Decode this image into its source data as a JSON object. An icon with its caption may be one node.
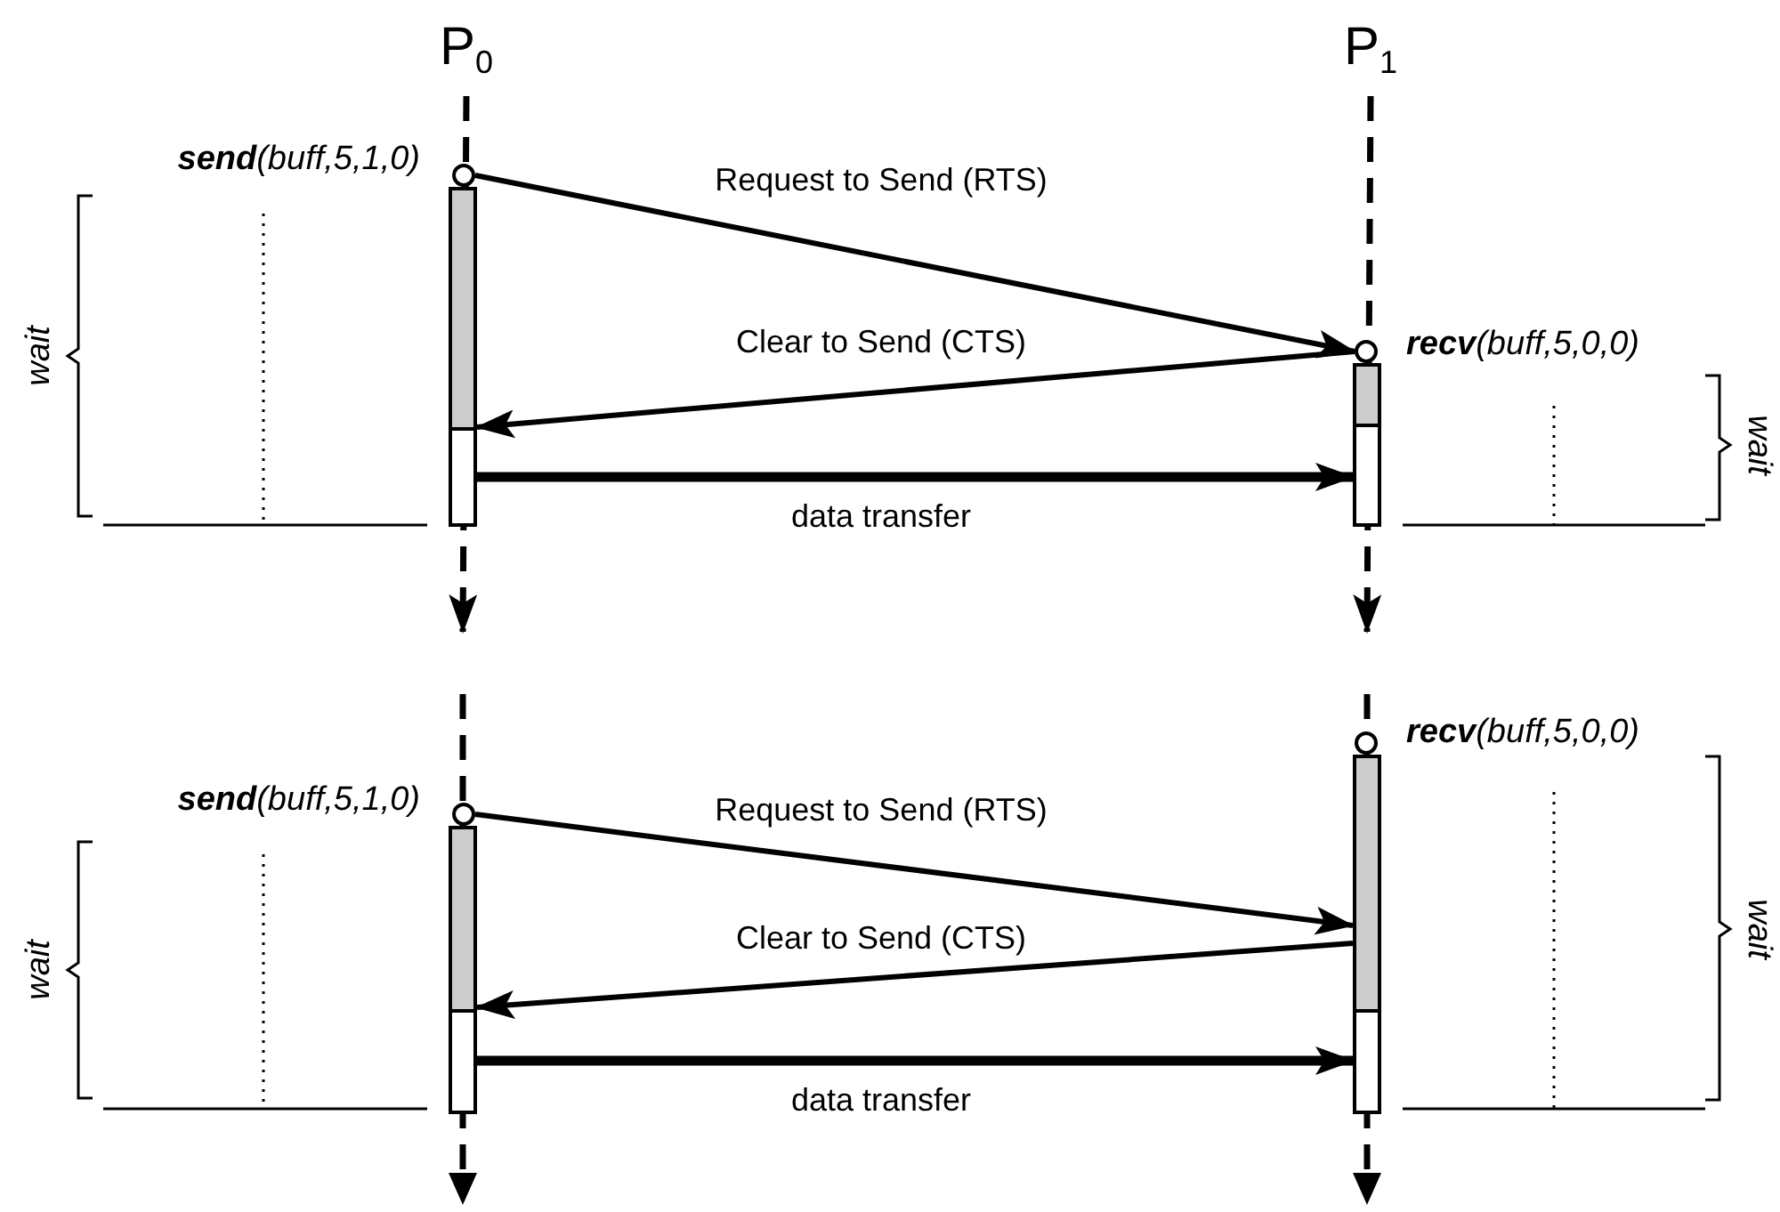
{
  "diagram": {
    "nodes": [
      {
        "text": [
          "P$_{0}$"
        ]
      },
      {
        "text": [
          "P$_{1}$"
        ]
      },
      {
        "text": [],
        "shape": "circle",
        "beside": [
          "**send**(buff,5,1,0)"
        ]
      },
      {
        "text": [],
        "shape": "bar"
      },
      {
        "text": [],
        "shape": "circle",
        "beside": [
          "**recv**(buff,5,0,0)"
        ]
      },
      {
        "text": [],
        "shape": "bar"
      },
      {
        "text": [],
        "shape": "circle",
        "beside": [
          "**send**(buff,5,1,0)"
        ]
      },
      {
        "text": [],
        "shape": "bar"
      },
      {
        "text": [],
        "shape": "circle",
        "beside": [
          "**recv**(buff,5,0,0)"
        ]
      },
      {
        "text": [],
        "shape": "bar"
      }
    ],
    "edges": [
      {
        "from": 0,
        "to": null,
        "arrow": "to",
        "style": "dashed"
      },
      {
        "from": 1,
        "to": null,
        "arrow": "to",
        "style": "dashed"
      },
      {
        "from": 2,
        "to": 4,
        "arrow": "to",
        "label": "Request to Send (RTS)"
      },
      {
        "from": 4,
        "to": 3,
        "arrow": "to",
        "label": "Clear to Send (CTS)"
      },
      {
        "from": 3,
        "to": 5,
        "arrow": "to",
        "label": "data transfer",
        "style": "thick"
      },
      {
        "from": 6,
        "to": 9,
        "arrow": "to",
        "label": "Request to Send (RTS)"
      },
      {
        "from": 9,
        "to": 7,
        "arrow": "to",
        "label": "Clear to Send (CTS)"
      },
      {
        "from": 7,
        "to": 9,
        "arrow": "to",
        "label": "data transfer",
        "style": "thick"
      }
    ],
    "labels": [
      "wait",
      "wait",
      "wait",
      "wait"
    ]
  }
}
